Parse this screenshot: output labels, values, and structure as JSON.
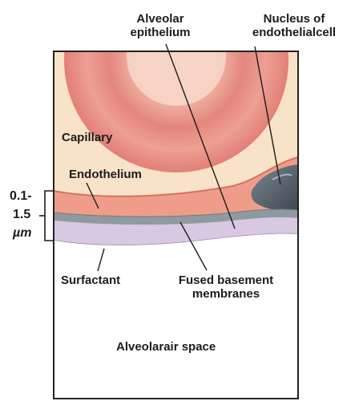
{
  "labels": {
    "alveolar_epithelium": [
      "Alveolar",
      "epithelium"
    ],
    "nucleus": [
      "Nucleus of",
      "endothelialcell"
    ],
    "capillary": "Capillary",
    "endothelium": "Endothelium",
    "scale_value_1": "0.1-",
    "scale_value_2": "1.5",
    "scale_unit": "µm",
    "surfactant": "Surfactant",
    "fused_membranes": [
      "Fused basement",
      "membranes"
    ],
    "alveolar_air_space": "Alveolarair space"
  },
  "colors": {
    "capillary_fill": "#f8e2c8",
    "red_blood_cell": "#e58a82",
    "red_blood_cell_center": "#f6cfc3",
    "endothelium": "#ef9d8a",
    "basement_membrane": "#8f9aa0",
    "epithelium": "#d8c8e2",
    "nucleus": "#4a5560",
    "frame": "#222222"
  }
}
